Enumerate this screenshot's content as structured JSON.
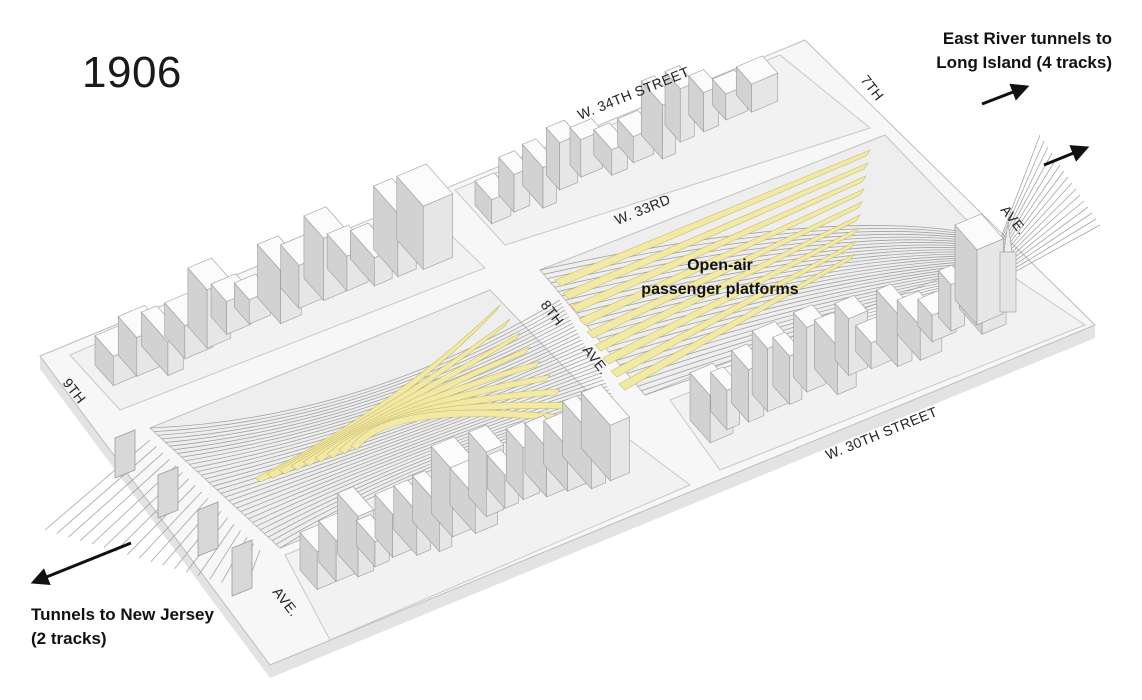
{
  "year": "1906",
  "labels": {
    "east_river": [
      "East River tunnels to",
      "Long Island (4 tracks)"
    ],
    "new_jersey": [
      "Tunnels to New Jersey",
      "(2 tracks)"
    ],
    "platforms": [
      "Open-air",
      "passenger platforms"
    ]
  },
  "streets": {
    "w34": "W. 34TH STREET",
    "w33": "W. 33RD",
    "w30": "W. 30TH STREET",
    "seventh": "7TH",
    "seventh_ave": "AVE.",
    "eighth": "8TH",
    "eighth_ave": "AVE.",
    "ninth": "9TH",
    "ninth_ave": "AVE."
  },
  "colors": {
    "platform": "#f2e9a6",
    "platform_edge": "#c9bd6a",
    "block": "#f4f4f4",
    "building_top": "#fbfbfb",
    "building_left": "#e6e6e6",
    "building_right": "#d2d2d2",
    "track": "#9a9a9a",
    "street_base": "#f7f7f7",
    "arrow": "#111111"
  }
}
